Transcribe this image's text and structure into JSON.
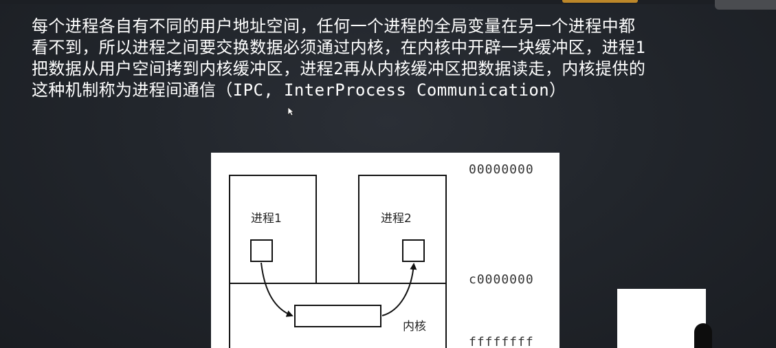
{
  "slide": {
    "paragraph": "每个进程各自有不同的用户地址空间，任何一个进程的全局变量在另一个进程中都\n看不到，所以进程之间要交换数据必须通过内核，在内核中开辟一块缓冲区，进程1\n把数据从用户空间拷到内核缓冲区，进程2再从内核缓冲区把数据读走，内核提供的\n这种机制称为进程间通信（IPC, InterProcess Communication）"
  },
  "diagram": {
    "process1_label": "进程1",
    "process2_label": "进程2",
    "kernel_label": "内核",
    "addr_top": "00000000",
    "addr_mid": "c0000000",
    "addr_bottom": "ffffffff"
  },
  "colors": {
    "background": "#22262c",
    "text": "#ffffff",
    "accent": "#d89a2a"
  }
}
